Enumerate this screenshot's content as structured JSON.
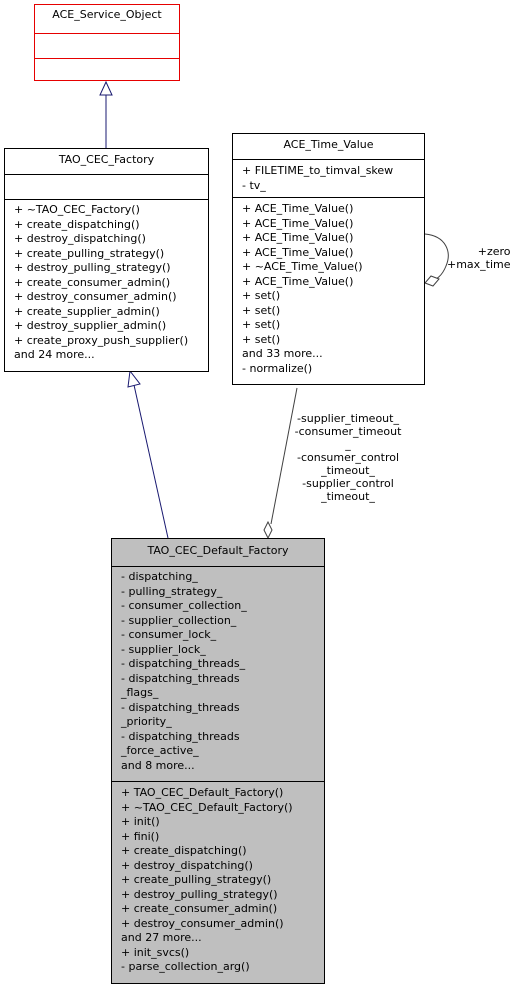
{
  "classes": {
    "service_object": {
      "name": "ACE_Service_Object",
      "attributes": [],
      "methods": []
    },
    "factory": {
      "name": "TAO_CEC_Factory",
      "attributes": [],
      "methods": [
        "+ ~TAO_CEC_Factory()",
        "+ create_dispatching()",
        "+ destroy_dispatching()",
        "+ create_pulling_strategy()",
        "+ destroy_pulling_strategy()",
        "+ create_consumer_admin()",
        "+ destroy_consumer_admin()",
        "+ create_supplier_admin()",
        "+ destroy_supplier_admin()",
        "+ create_proxy_push_supplier()",
        "and 24 more..."
      ]
    },
    "time_value": {
      "name": "ACE_Time_Value",
      "attributes": [
        "+ FILETIME_to_timval_skew",
        "- tv_"
      ],
      "methods": [
        "+ ACE_Time_Value()",
        "+ ACE_Time_Value()",
        "+ ACE_Time_Value()",
        "+ ACE_Time_Value()",
        "+ ~ACE_Time_Value()",
        "+ ACE_Time_Value()",
        "+ set()",
        "+ set()",
        "+ set()",
        "+ set()",
        "and 33 more...",
        "- normalize()"
      ]
    },
    "default_factory": {
      "name": "TAO_CEC_Default_Factory",
      "attributes": [
        "- dispatching_",
        "- pulling_strategy_",
        "- consumer_collection_",
        "- supplier_collection_",
        "- consumer_lock_",
        "- supplier_lock_",
        "- dispatching_threads_",
        "- dispatching_threads",
        "_flags_",
        "- dispatching_threads",
        "_priority_",
        "- dispatching_threads",
        "_force_active_",
        "and 8 more..."
      ],
      "methods": [
        "+ TAO_CEC_Default_Factory()",
        "+ ~TAO_CEC_Default_Factory()",
        "+ init()",
        "+ fini()",
        "+ create_dispatching()",
        "+ destroy_dispatching()",
        "+ create_pulling_strategy()",
        "+ destroy_pulling_strategy()",
        "+ create_consumer_admin()",
        "+ destroy_consumer_admin()",
        "and 27 more...",
        "+ init_svcs()",
        "- parse_collection_arg()"
      ]
    }
  },
  "edge_labels": {
    "self_assoc": [
      "+zero",
      "+max_time"
    ],
    "timeouts": [
      "-supplier_timeout_",
      "-consumer_timeout",
      "_",
      "-consumer_control",
      "_timeout_",
      "-supplier_control",
      "_timeout_"
    ]
  },
  "colors": {
    "generalization_edge": "#191970",
    "association_edge": "#404040",
    "highlight_fill": "#bfbfbf",
    "external_border": "#e60000"
  }
}
